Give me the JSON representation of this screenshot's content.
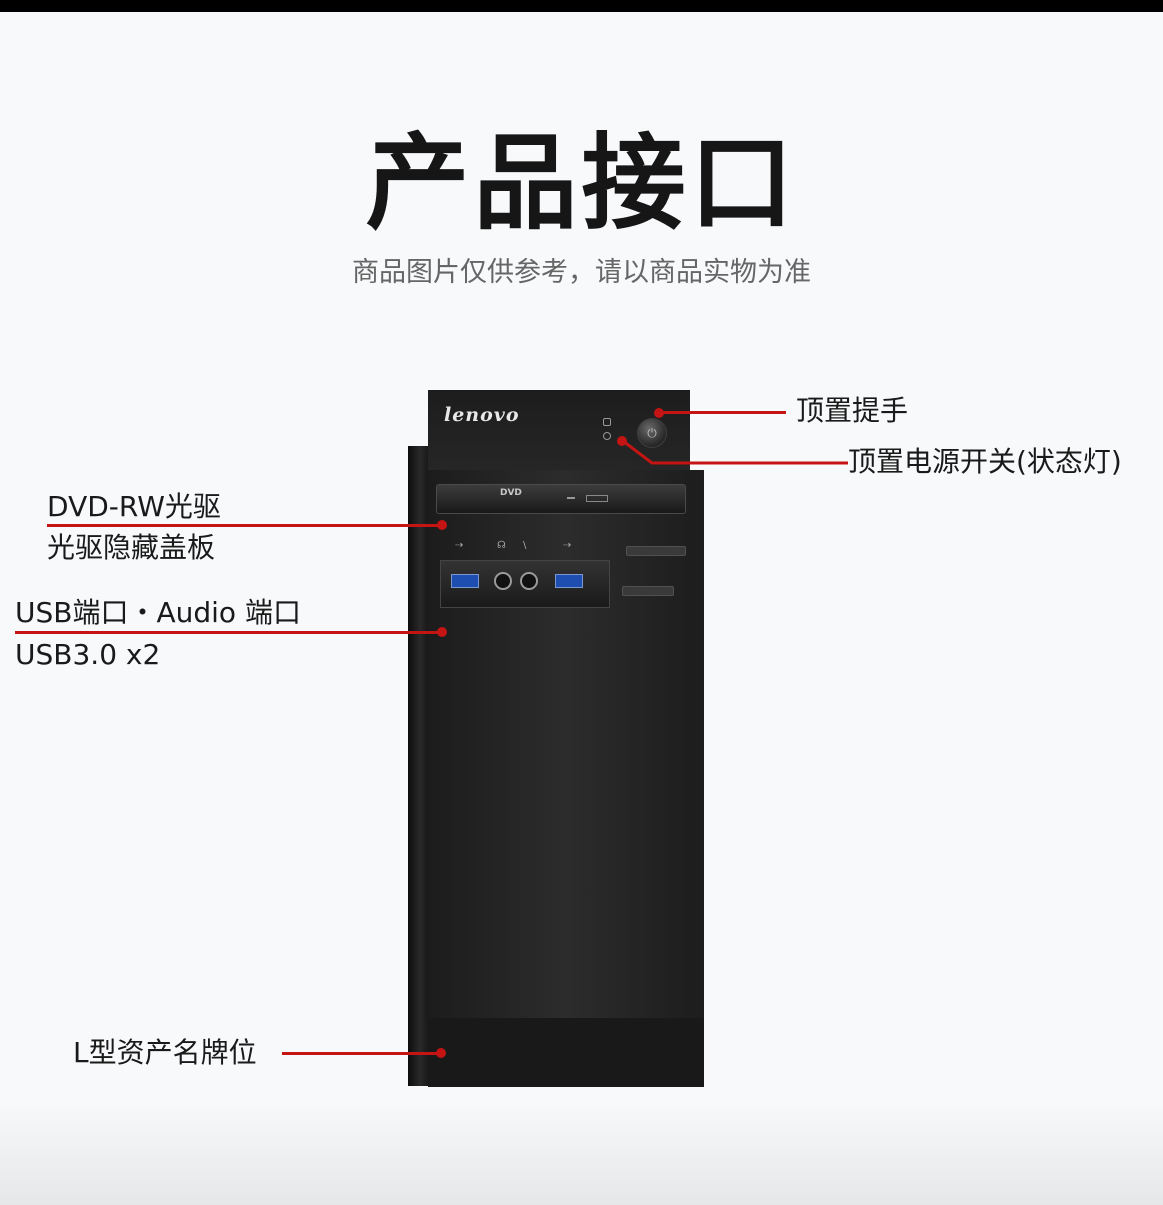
{
  "title": "产品接口",
  "subtitle": "商品图片仅供参考，请以商品实物为准",
  "brand_logo": "lenovo",
  "dvd_logo": "DVD",
  "labels": {
    "top_handle": "顶置提手",
    "top_power": "顶置电源开关(状态灯)",
    "dvd_line1": "DVD-RW光驱",
    "dvd_line2": "光驱隐藏盖板",
    "usb_line1": "USB端口・Audio 端口",
    "usb_line2": "USB3.0 x2",
    "asset_tag": "L型资产名牌位"
  },
  "colors": {
    "callout_red": "#c41414",
    "usb_blue": "#1e4fb0",
    "tower_black": "#1c1c1c"
  },
  "icons": [
    "power-icon",
    "usb-icon",
    "headphone-icon",
    "microphone-icon"
  ]
}
